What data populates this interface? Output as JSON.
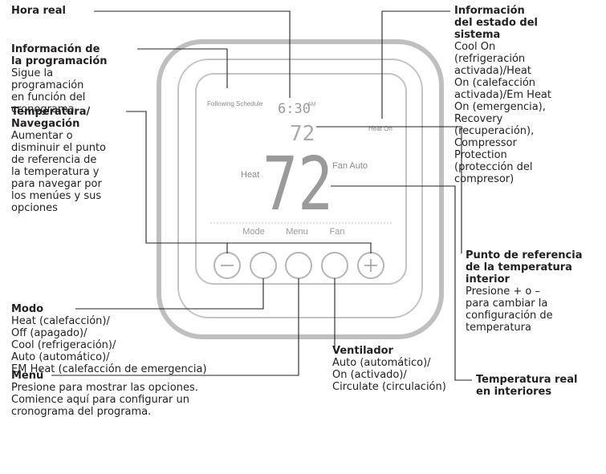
{
  "screen": {
    "schedule_indicator": "Following Schedule",
    "clock": "6:30",
    "clock_ampm": "AM",
    "system_status": "Heat On",
    "mode": "Heat",
    "fan": "Fan Auto",
    "setpoint": "72",
    "indoor_temp": "72",
    "softkeys": [
      "Mode",
      "Menu",
      "Fan"
    ]
  },
  "buttons": {
    "minus": "−",
    "plus": "+"
  },
  "callouts": {
    "hora_real": {
      "title": "Hora real",
      "desc": ""
    },
    "programacion": {
      "title": "Información de\nla programación",
      "desc": "Sigue la\nprogramación\nen función del\ncronograma"
    },
    "temperatura": {
      "title": "Temperatura/\nNavegación",
      "desc": "Aumentar o\ndisminuir el punto\nde referencia de\nla temperatura y\npara navegar por\nlos menúes y sus\nopciones"
    },
    "modo": {
      "title": "Modo",
      "desc": "Heat (calefacción)/\nOff (apagado)/\nCool (refrigeración)/\nAuto (automático)/\nEM Heat (calefacción de emergencia)"
    },
    "menu": {
      "title": "Menú",
      "desc": "Presione para mostrar las opciones.\nComience aquí para configurar un\ncronograma del programa."
    },
    "ventilador": {
      "title": "Ventilador",
      "desc": "Auto (automático)/\nOn (activado)/\nCirculate (circulación)"
    },
    "estado": {
      "title": "Información\ndel estado del\nsistema",
      "desc": "Cool On\n(refrigeración\nactivada)/Heat\nOn (calefacción\nactivada)/Em Heat\nOn (emergencia),\nRecovery\n(recuperación),\nCompressor\nProtection\n(protección del\ncompresor)"
    },
    "punto_ref": {
      "title": "Punto de referencia\nde la temperatura\ninterior",
      "desc": "Presione + o –\npara cambiar la\nconfiguración de\ntemperatura"
    },
    "temp_real": {
      "title": "Temperatura real\nen interiores",
      "desc": ""
    }
  }
}
